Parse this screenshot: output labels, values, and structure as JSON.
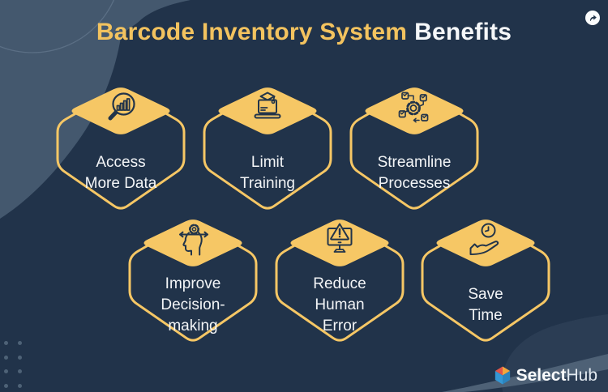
{
  "title": {
    "highlight": "Barcode Inventory System",
    "rest": "Benefits"
  },
  "benefits": [
    {
      "name": "access-more-data",
      "label": "Access More Data",
      "lines": [
        "Access",
        "More Data"
      ],
      "icon": "magnifier-chart-icon"
    },
    {
      "name": "limit-training",
      "label": "Limit Training",
      "lines": [
        "Limit",
        "Training"
      ],
      "icon": "laptop-graduation-icon"
    },
    {
      "name": "streamline-processes",
      "label": "Streamline Processes",
      "lines": [
        "Streamline",
        "Processes"
      ],
      "icon": "workflow-gear-icon"
    },
    {
      "name": "improve-decision-making",
      "label": "Improve Decision-making",
      "lines": [
        "Improve",
        "Decision-",
        "making"
      ],
      "icon": "head-gear-icon"
    },
    {
      "name": "reduce-human-error",
      "label": "Reduce Human Error",
      "lines": [
        "Reduce",
        "Human",
        "Error"
      ],
      "icon": "monitor-warning-icon"
    },
    {
      "name": "save-time",
      "label": "Save Time",
      "lines": [
        "Save",
        "Time"
      ],
      "icon": "hand-clock-icon"
    }
  ],
  "header_action": {
    "icon": "share-arrow-icon"
  },
  "footer": {
    "logo_bold": "Select",
    "logo_light": "Hub",
    "logo_icon": "cube-logo-icon"
  },
  "colors": {
    "background": "#21334a",
    "accent_gold": "#f6c765",
    "title_gold": "#f3c35f",
    "text_light": "#f3f5f7",
    "icon_stroke": "#22344a",
    "blob_light": "#44586e",
    "blob_dark": "#2b3d54",
    "swoosh": "#4e6176",
    "cube_red": "#e25549",
    "cube_orange": "#f2a73d",
    "cube_blue": "#3597d4"
  }
}
